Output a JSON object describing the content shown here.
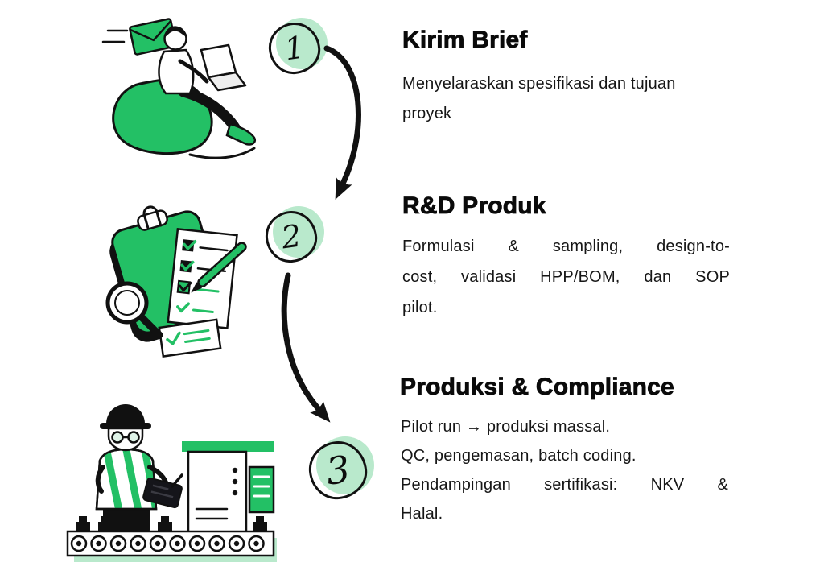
{
  "colors": {
    "accent_green": "#23c065",
    "accent_green_light": "#b9e9cc",
    "ink": "#111111",
    "background": "#ffffff"
  },
  "steps": [
    {
      "number": "1",
      "title": "Kirim Brief",
      "description": "Menyelaraskan spesifikasi dan tujuan proyek",
      "illustration": "person-on-beanbag-with-laptop-and-envelope"
    },
    {
      "number": "2",
      "title": "R&D Produk",
      "description": "Formulasi & sampling, design-to-cost, validasi HPP/BOM, dan SOP pilot.",
      "lines": [
        "Formulasi & sampling, design-to-",
        "cost, validasi HPP/BOM, dan SOP",
        "pilot."
      ],
      "illustration": "clipboard-checklist-magnifier-and-pen"
    },
    {
      "number": "3",
      "title": "Produksi & Compliance",
      "description": "Pilot run → produksi massal. QC, pengemasan, batch coding. Pendampingan sertifikasi: NKV & Halal.",
      "lines": [
        "Pilot run → produksi massal.",
        "QC, pengemasan, batch coding.",
        "Pendampingan sertifikasi: NKV &",
        "Halal."
      ],
      "illustration": "factory-worker-at-conveyor-production-line"
    }
  ]
}
